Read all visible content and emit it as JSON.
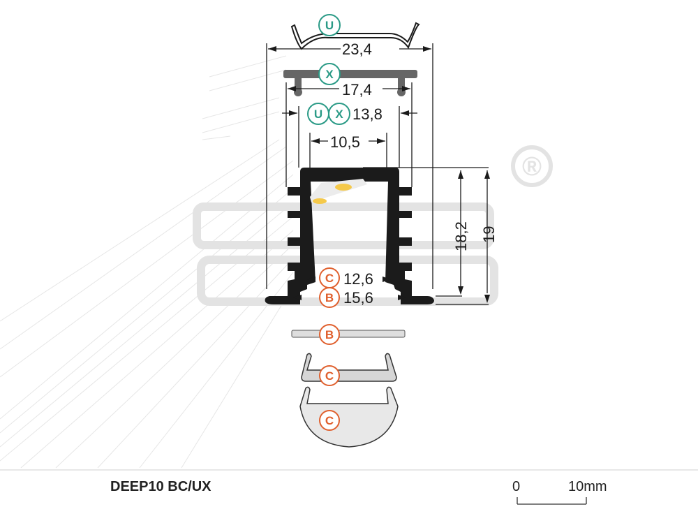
{
  "product": {
    "name": "DEEP10 BC/UX"
  },
  "colors": {
    "badge_green": "#2a9a86",
    "badge_orange": "#e0602e",
    "profile": "#1b1b1b",
    "cover": "#d4d4d4",
    "watermark": "#e3e3e3"
  },
  "badges": {
    "u": "U",
    "x": "X",
    "c": "C",
    "b": "B"
  },
  "dimensions": {
    "width_u": "23,4",
    "width_x": "17,4",
    "width_ux": "13,8",
    "width_inner": "10,5",
    "width_c": "12,6",
    "width_b": "15,6",
    "height_inner": "18,2",
    "height_total": "19"
  },
  "scale_bar": {
    "start": "0",
    "end": "10mm"
  },
  "watermark": {
    "registered_mark": "®"
  }
}
